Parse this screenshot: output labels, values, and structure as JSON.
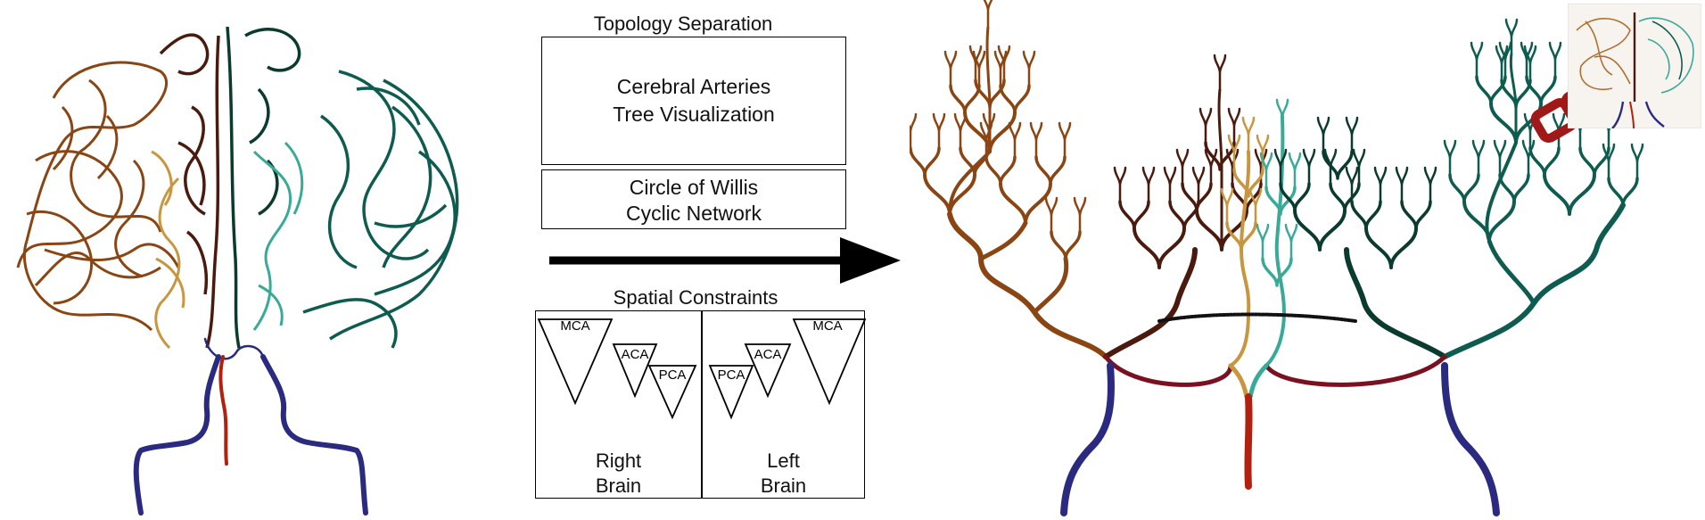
{
  "center": {
    "topology_title": "Topology Separation",
    "tree_box": {
      "line1": "Cerebral Arteries",
      "line2": "Tree Visualization"
    },
    "willis_box": {
      "line1": "Circle of Willis",
      "line2": "Cyclic Network"
    },
    "spatial_title": "Spatial Constraints",
    "right_brain": {
      "line1": "Right",
      "line2": "Brain",
      "labels": [
        "MCA",
        "ACA",
        "PCA"
      ]
    },
    "left_brain": {
      "line1": "Left",
      "line2": "Brain",
      "labels": [
        "PCA",
        "ACA",
        "MCA"
      ]
    }
  },
  "colors": {
    "mca_right": "#8B4513",
    "aca_right": "#4A1A0E",
    "pca_right": "#C8963E",
    "mca_left": "#0E5C50",
    "aca_left": "#0B3A2E",
    "pca_left": "#3AAA98",
    "willis": "#7A1020",
    "basilar": "#B22010",
    "carotid": "#2A2A80",
    "link_icon": "#A01818"
  }
}
